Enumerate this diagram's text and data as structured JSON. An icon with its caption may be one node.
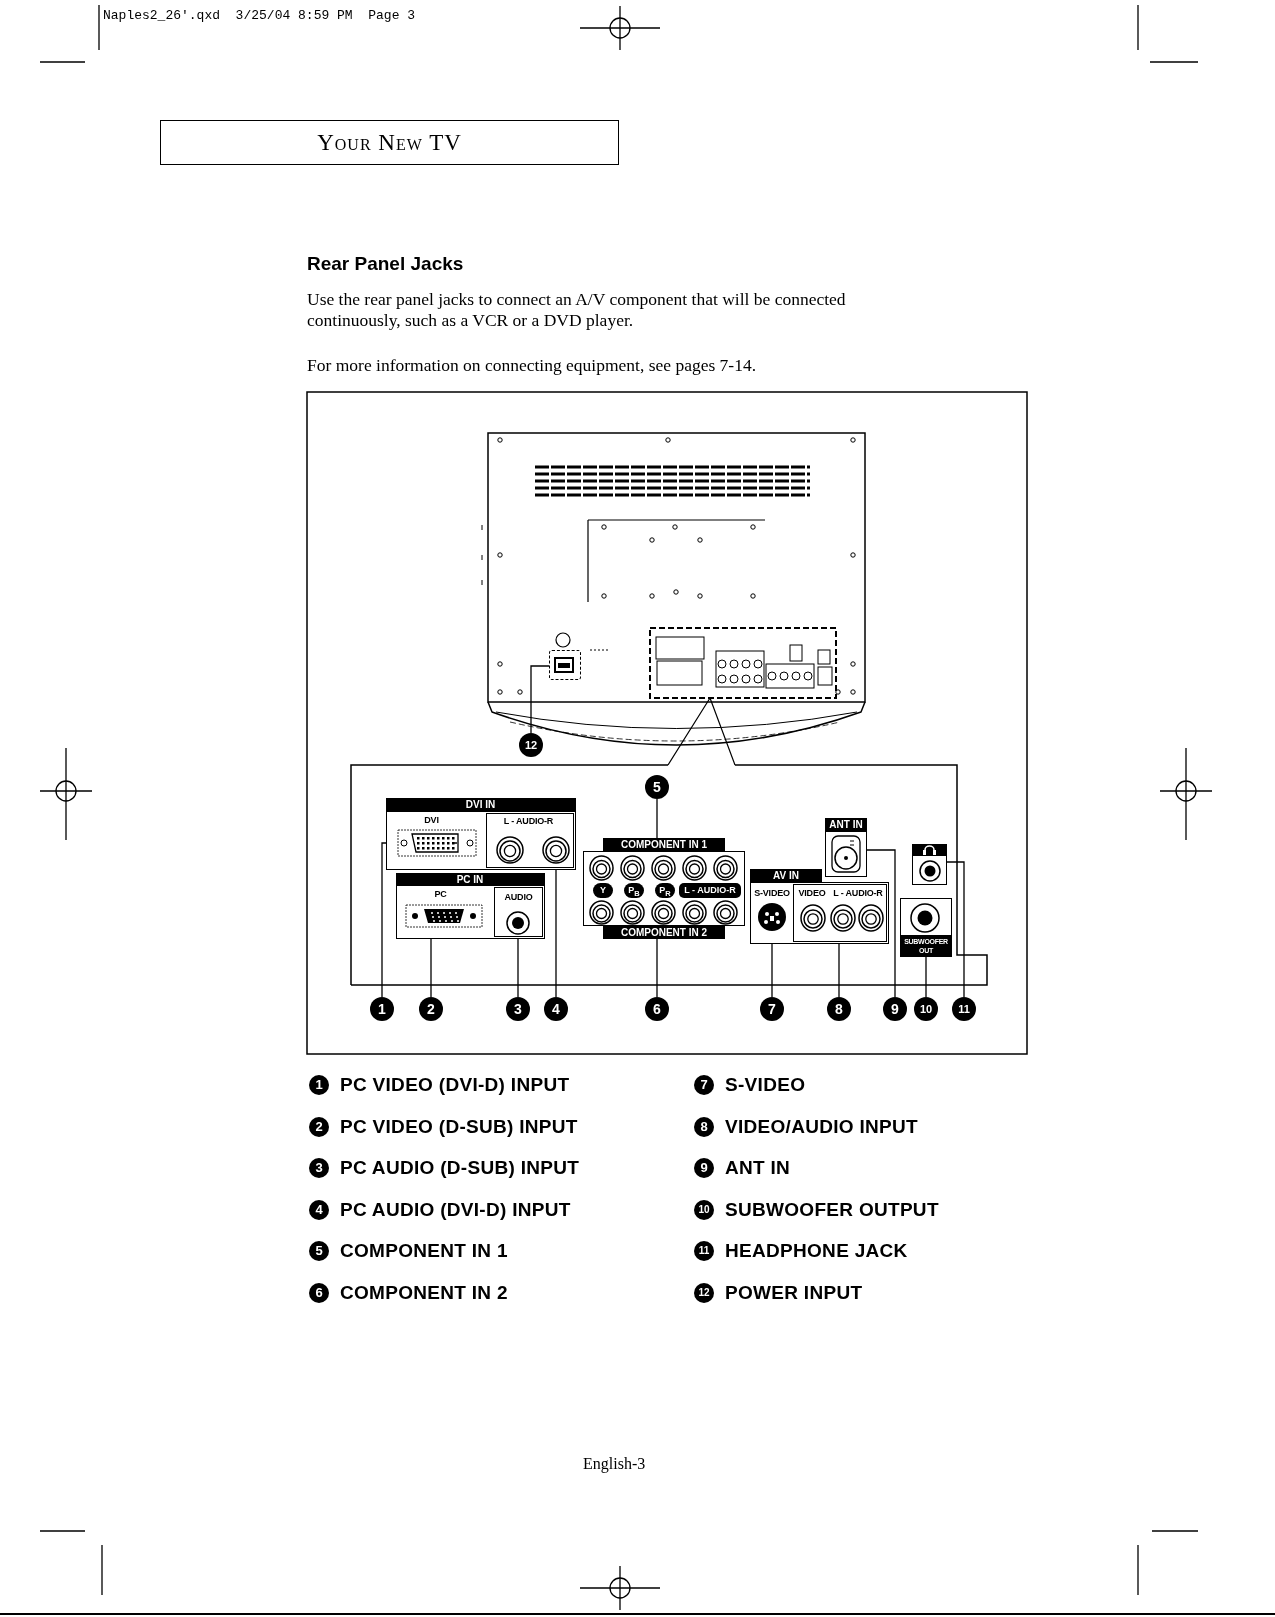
{
  "diagram": {
    "title": "Your New TV",
    "nodes": [
      {
        "text": [
          "12"
        ]
      },
      {
        "text": [
          "5"
        ]
      },
      {
        "text": [
          "DVI IN",
          "DVI",
          "L - AUDIO-R"
        ]
      },
      {
        "text": [
          "ANT IN"
        ]
      },
      {
        "text": [
          "COMPONENT IN 1",
          "Y",
          "P$_{B}$",
          "P$_{R}$",
          "L - AUDIO-R",
          "COMPONENT IN 2"
        ]
      },
      {
        "text": [],
        "shape": "box"
      },
      {
        "text": [
          "PC IN",
          "PC",
          "AUDIO"
        ]
      },
      {
        "text": [
          "AV IN",
          "S-VIDEO",
          "VIDEO",
          "L - AUDIO-R"
        ]
      },
      {
        "text": [
          "SUBWOOFER OUT"
        ]
      },
      {
        "text": [
          "1"
        ]
      },
      {
        "text": [
          "2"
        ]
      },
      {
        "text": [
          "3"
        ]
      },
      {
        "text": [
          "4"
        ]
      },
      {
        "text": [
          "6"
        ]
      },
      {
        "text": [
          "7"
        ]
      },
      {
        "text": [
          "8"
        ]
      },
      {
        "text": [
          "9"
        ]
      },
      {
        "text": [
          "10"
        ]
      },
      {
        "text": [
          "11"
        ]
      },
      {
        "text": [],
        "shape": "box"
      }
    ],
    "edges": [
      {
        "from": 0,
        "to": 19,
        "arrow": "none"
      },
      {
        "from": 1,
        "to": 4,
        "arrow": "none"
      },
      {
        "from": 9,
        "to": 2,
        "arrow": "none"
      },
      {
        "from": 10,
        "to": 6,
        "arrow": "none"
      },
      {
        "from": 11,
        "to": 6,
        "arrow": "none"
      },
      {
        "from": 12,
        "to": 2,
        "arrow": "none"
      },
      {
        "from": 13,
        "to": 4,
        "arrow": "none"
      },
      {
        "from": 14,
        "to": 7,
        "arrow": "none"
      },
      {
        "from": 15,
        "to": 7,
        "arrow": "none"
      },
      {
        "from": 16,
        "to": 3,
        "arrow": "none"
      },
      {
        "from": 17,
        "to": 8,
        "arrow": "none"
      },
      {
        "from": 18,
        "to": 5,
        "arrow": "none"
      }
    ],
    "labels": [
      "Naples2_26'.qxd  3/25/04 8:59 PM  Page 3",
      "Rear Panel Jacks",
      "Use the rear panel jacks to connect an A/V component that will be connected continuously, such as a VCR or a DVD player.",
      "For more information on connecting equipment, see pages 7-14.",
      "1",
      "PC VIDEO (DVI-D) INPUT",
      "7",
      "S-VIDEO",
      "2",
      "PC VIDEO (D-SUB) INPUT",
      "8",
      "VIDEO/AUDIO INPUT",
      "3",
      "PC AUDIO (D-SUB) INPUT",
      "9",
      "ANT IN",
      "4",
      "PC AUDIO (DVI-D) INPUT",
      "10",
      "SUBWOOFER OUTPUT",
      "5",
      "COMPONENT IN 1",
      "11",
      "HEADPHONE JACK",
      "6",
      "COMPONENT IN 2",
      "12",
      "POWER INPUT",
      "English-3"
    ]
  }
}
